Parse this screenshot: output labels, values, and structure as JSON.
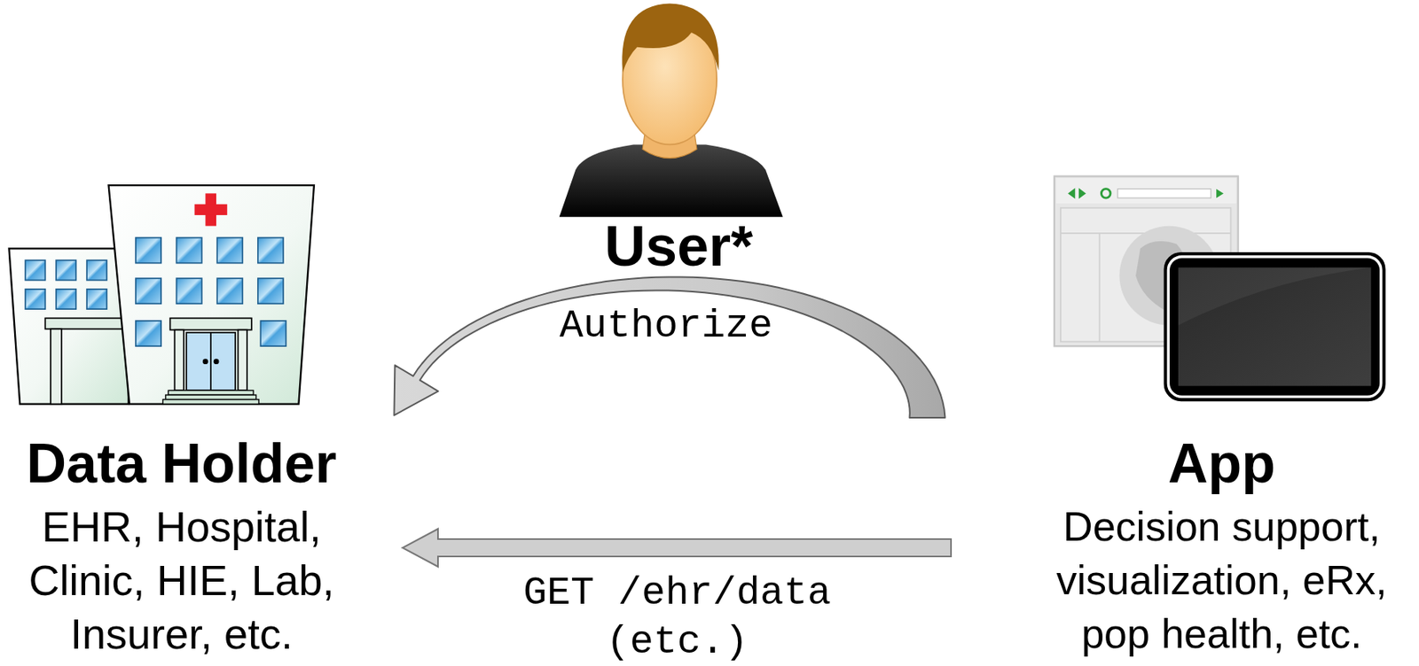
{
  "diagram": {
    "nodes": [
      {
        "text": [
          "Data Holder",
          "EHR, Hospital, Clinic, HIE, Lab, Insurer, etc."
        ]
      },
      {
        "text": [
          "User*"
        ]
      },
      {
        "text": [
          "App",
          "Decision support, visualization, eRx, pop health, etc."
        ]
      }
    ],
    "edges": [
      {
        "from": 2,
        "to": 0,
        "arrow": "to",
        "label": "Authorize"
      },
      {
        "from": 2,
        "to": 0,
        "arrow": "to",
        "label": "GET /ehr/data (etc.)"
      }
    ]
  }
}
